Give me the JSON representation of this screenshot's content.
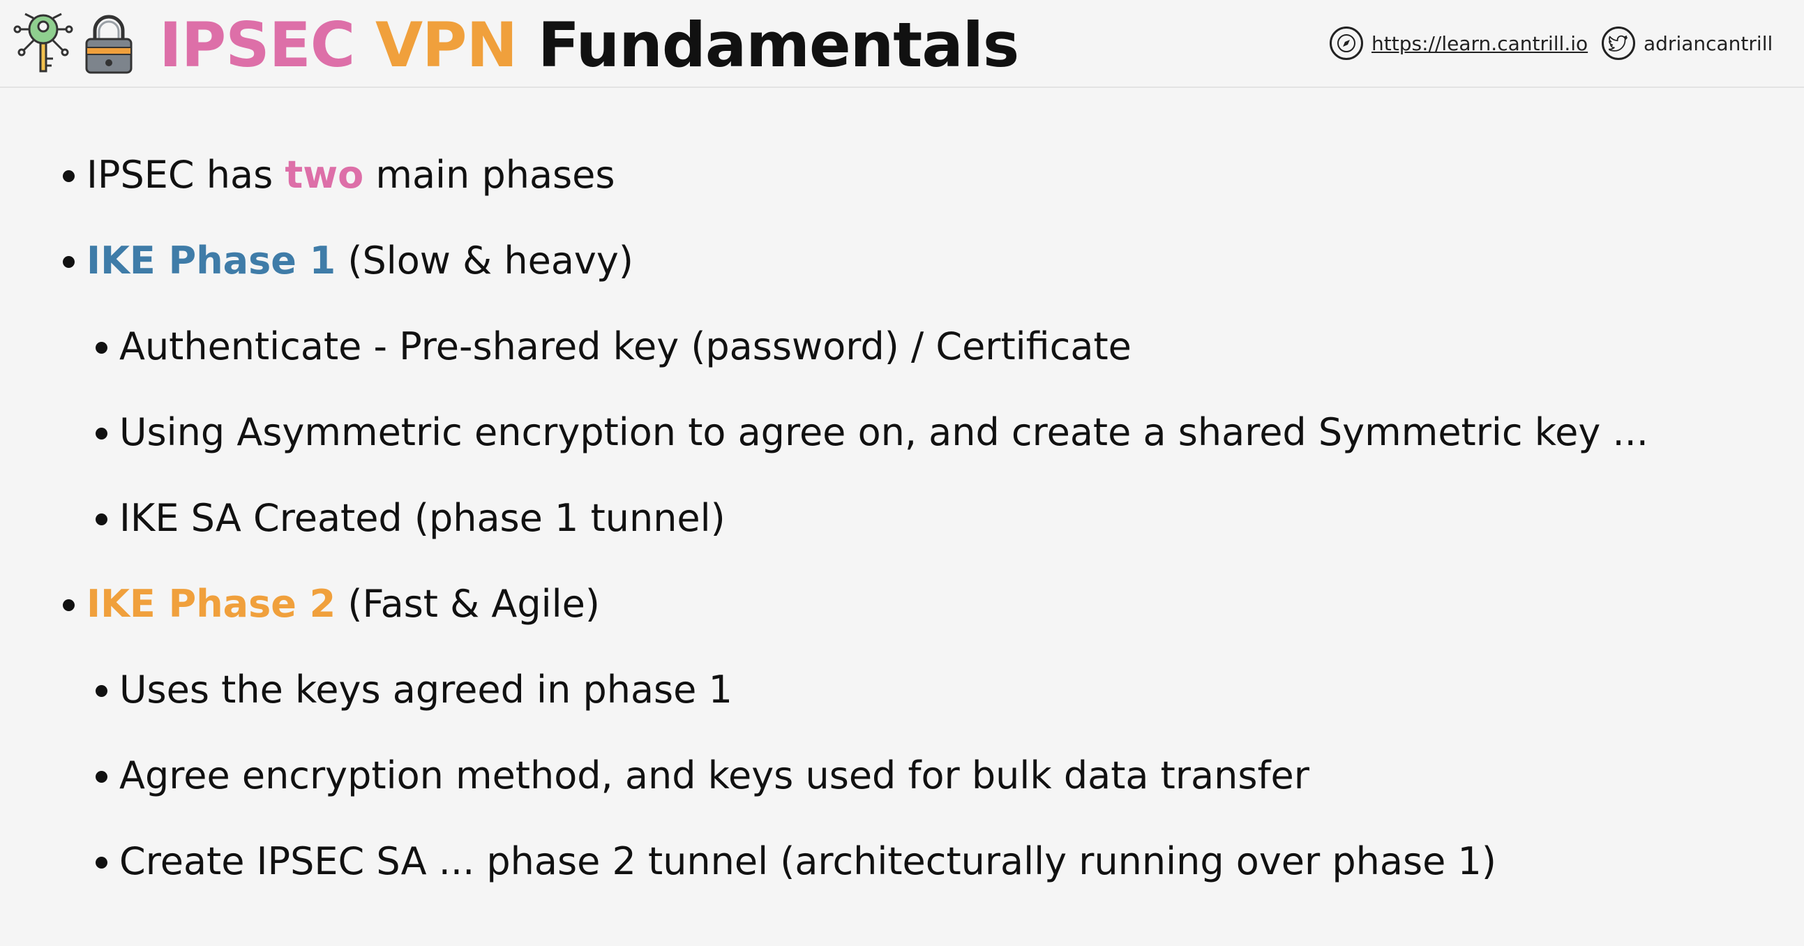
{
  "header": {
    "title_part1": "IPSEC",
    "title_part2": "VPN",
    "title_part3": "Fundamentals",
    "site_link": "https://learn.cantrill.io",
    "twitter_handle": "adriancantrill",
    "icons": [
      "key-circuit-icon",
      "padlock-icon",
      "compass-icon",
      "twitter-bird-icon"
    ]
  },
  "colors": {
    "pink": "#dd6fa8",
    "orange": "#f0a03c",
    "blue": "#3f7ca8",
    "background": "#f5f5f5"
  },
  "bullets": {
    "b1": {
      "pre": "IPSEC has ",
      "highlight": "two",
      "post": " main phases"
    },
    "b2": {
      "highlight": "IKE Phase 1",
      "post": " (Slow & heavy)"
    },
    "b2_1": "Authenticate - Pre-shared key (password) / Certificate",
    "b2_2": "Using Asymmetric encryption to agree on, and create a shared Symmetric key ...",
    "b2_3": "IKE SA Created (phase 1 tunnel)",
    "b3": {
      "highlight": "IKE Phase 2",
      "post": " (Fast & Agile)"
    },
    "b3_1": "Uses the keys agreed in phase 1",
    "b3_2": "Agree encryption method, and keys used for bulk data transfer",
    "b3_3": "Create IPSEC SA ... phase 2 tunnel (architecturally running over phase 1)"
  }
}
